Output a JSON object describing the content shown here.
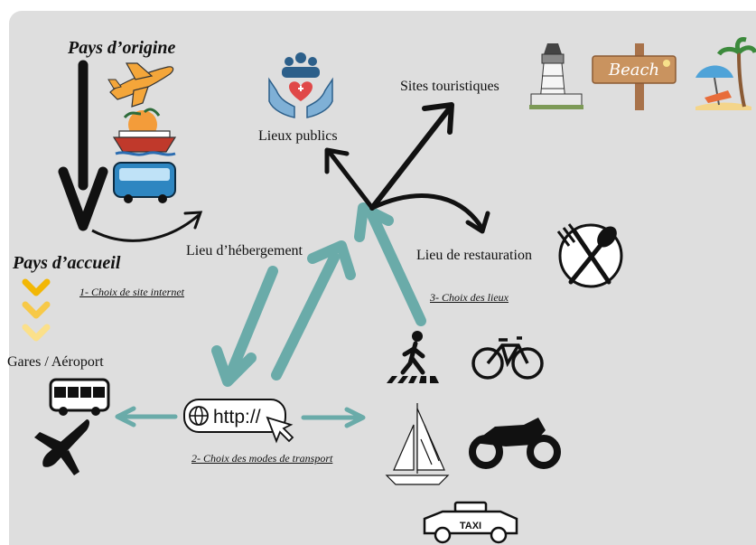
{
  "diagram": {
    "origin_country": "Pays d’origine",
    "host_country": "Pays d’accueil",
    "stations_airport": "Gares / Aéroport",
    "accommodation": "Lieu d’hébergement",
    "public_places": "Lieux publics",
    "tourist_sites": "Sites touristiques",
    "restaurant": "Lieu de restauration",
    "step1": "1- Choix de site internet",
    "step2": "2- Choix des modes de transport",
    "step3": "3- Choix des lieux",
    "url_text": "http://",
    "beach_sign": "Beach",
    "taxi_sign": "TAXI"
  },
  "colors": {
    "background": "#dedede",
    "teal": "#6aaba9",
    "chevron_dark": "#f2b705",
    "chevron_mid": "#f7c948",
    "chevron_light": "#fbe08a",
    "black": "#111111"
  },
  "icons": [
    "airplane-icon",
    "cruise-ship-icon",
    "bus-icon",
    "health-hands-icon",
    "lighthouse-icon",
    "beach-sign-icon",
    "beach-umbrella-icon",
    "fork-spoon-plate-icon",
    "pedestrian-crossing-icon",
    "bicycle-icon",
    "sailboat-icon",
    "motorcycle-icon",
    "taxi-icon",
    "web-url-icon"
  ]
}
